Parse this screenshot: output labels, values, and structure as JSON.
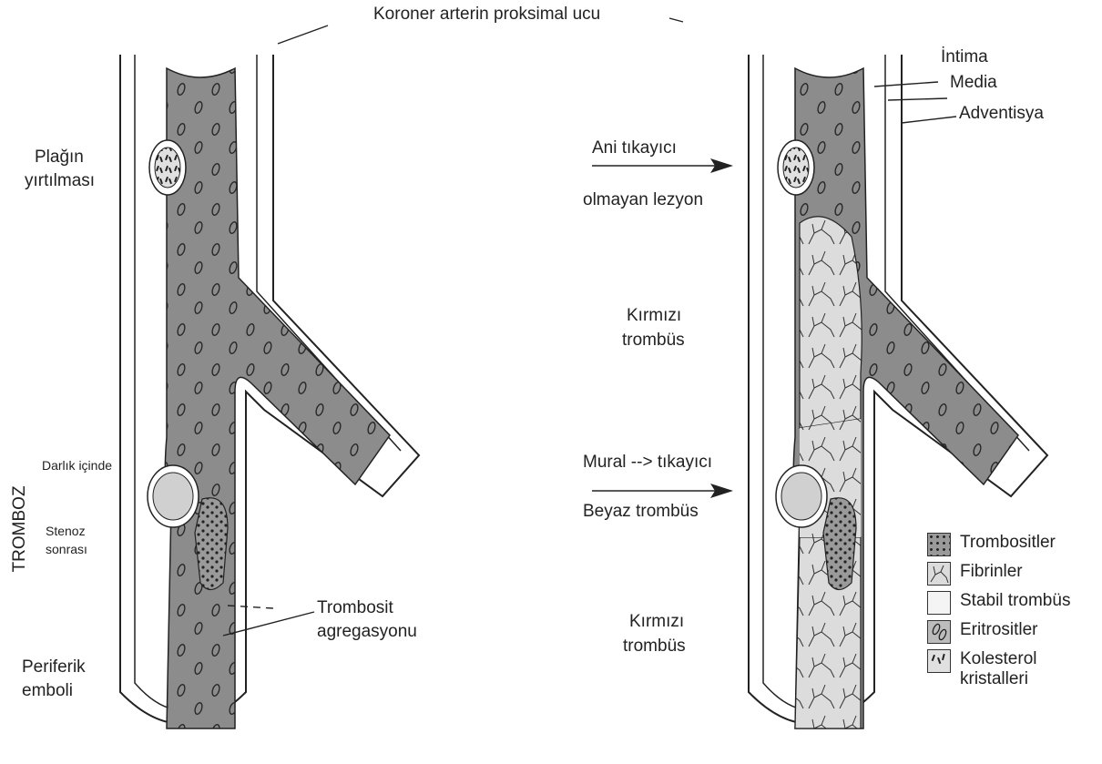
{
  "title": "Koroner arterin proksimal ucu",
  "left_panel": {
    "plaque_rupture_line1": "Plağın",
    "plaque_rupture_line2": "yırtılması",
    "thrombosis_vertical": "TROMBOZ",
    "inside_stenosis": "Darlık içinde",
    "post_stenosis_line1": "Stenoz",
    "post_stenosis_line2": "sonrası",
    "peripheral_line1": "Periferik",
    "peripheral_line2": "emboli",
    "platelet_agg_line1": "Trombosit",
    "platelet_agg_line2": "agregasyonu"
  },
  "right_panel": {
    "layers": [
      "İntima",
      "Media",
      "Adventisya"
    ],
    "sudden_line1": "Ani tıkayıcı",
    "sudden_line2": "olmayan lezyon",
    "red_thrombus_1_line1": "Kırmızı",
    "red_thrombus_1_line2": "trombüs",
    "mural_label": "Mural  --> tıkayıcı",
    "white_thrombus": "Beyaz trombüs",
    "red_thrombus_2_line1": "Kırmızı",
    "red_thrombus_2_line2": "trombüs"
  },
  "legend": [
    {
      "label": "Trombositler",
      "swatch": "platelets"
    },
    {
      "label": "Fibrinler",
      "swatch": "fibrin"
    },
    {
      "label": "Stabil trombüs",
      "swatch": "stable"
    },
    {
      "label": "Eritrositler",
      "swatch": "erythrocytes"
    },
    {
      "label": "Kolesterol",
      "label2": "kristalleri",
      "swatch": "cholesterol"
    }
  ],
  "colors": {
    "lumen": "#8c8c8c",
    "thrombus": "#d9d9d9",
    "wall": "#ffffff",
    "ink": "#222222"
  }
}
